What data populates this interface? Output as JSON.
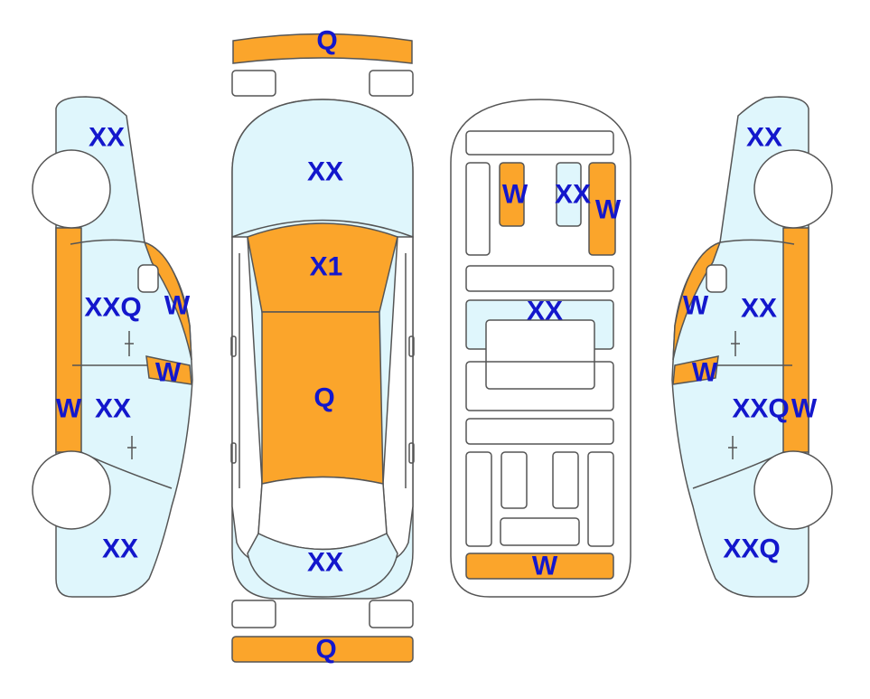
{
  "colors": {
    "damaged": "#fba52b",
    "normal": "#dff6fc",
    "outline": "#555555",
    "code": "#1317cc",
    "background": "#ffffff"
  },
  "codes": {
    "front_bumper": "Q",
    "hood": "XX",
    "windshield": "X1",
    "roof": "Q",
    "trunk_lid": "XX",
    "rear_bumper": "Q",
    "floor_left_strip": "W",
    "floor_center_strip": "XX",
    "floor_right_strip": "W",
    "floor_middle_panel": "XX",
    "floor_rear_bar": "W",
    "left_front_fender": "XX",
    "left_front_door": "XXQ",
    "left_a_pillar": "W",
    "left_b_pillar": "W",
    "left_rocker": "W",
    "left_rear_door": "XX",
    "left_rear_quarter": "XX",
    "right_front_fender": "XX",
    "right_a_pillar": "W",
    "right_front_door": "XX",
    "right_b_pillar": "W",
    "right_rear_door": "XXQ",
    "right_rocker": "W",
    "right_rear_quarter": "XXQ"
  }
}
